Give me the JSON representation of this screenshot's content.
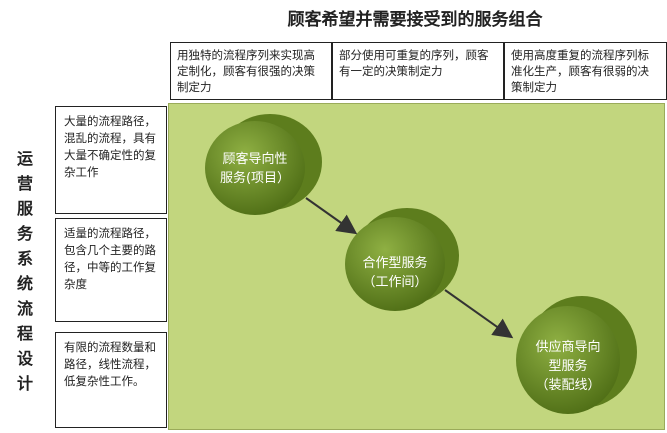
{
  "title": "顾客希望并需要接受到的服务组合",
  "column_headers": [
    "用独特的流程序列来实现高定制化，顾客有很强的决策制定力",
    "部分使用可重复的序列，顾客有一定的决策制定力",
    "使用高度重复的流程序列标准化生产，顾客有很弱的决策制定力"
  ],
  "side_title": "运营服务系统流程设计",
  "row_headers": [
    "大量的流程路径，混乱的流程，具有大量不确定性的复杂工作",
    "适量的流程路径，包含几个主要的路径，中等的工作复杂度",
    "有限的流程数量和路径，线性流程，低复杂性工作。"
  ],
  "nodes": [
    {
      "line1": "顾客导向性",
      "line2": "服务(项目）",
      "line3": ""
    },
    {
      "line1": "合作型服务",
      "line2": "（工作间）",
      "line3": ""
    },
    {
      "line1": "供应商导向",
      "line2": "型服务",
      "line3": "（装配线）"
    }
  ],
  "colors": {
    "matrix_fill": "#c2d67e",
    "node_dark": "#5a7a1c",
    "node_light": "#86a83a",
    "arrow": "#333333"
  }
}
